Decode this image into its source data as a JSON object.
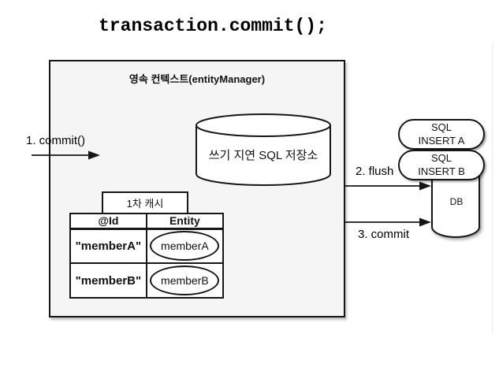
{
  "title": "transaction.commit();",
  "context": {
    "title": "영속 컨텍스트(entityManager)",
    "sql_store_label": "쓰기 지연 SQL 저장소",
    "cache": {
      "label": "1차 캐시",
      "columns": [
        "@Id",
        "Entity"
      ],
      "rows": [
        {
          "id": "\"memberA\"",
          "entity": "memberA"
        },
        {
          "id": "\"memberB\"",
          "entity": "memberB"
        }
      ]
    }
  },
  "arrows": {
    "step1": "1. commit()",
    "step2": "2. flush",
    "step3": "3. commit"
  },
  "sql_queue": [
    {
      "line1": "SQL",
      "line2": "INSERT A"
    },
    {
      "line1": "SQL",
      "line2": "INSERT B"
    }
  ],
  "db_label": "DB",
  "colors": {
    "background": "#ffffff",
    "context_fill": "#f5f5f6",
    "shape_fill": "#ffffff",
    "stroke": "#161616",
    "text": "#000000"
  }
}
